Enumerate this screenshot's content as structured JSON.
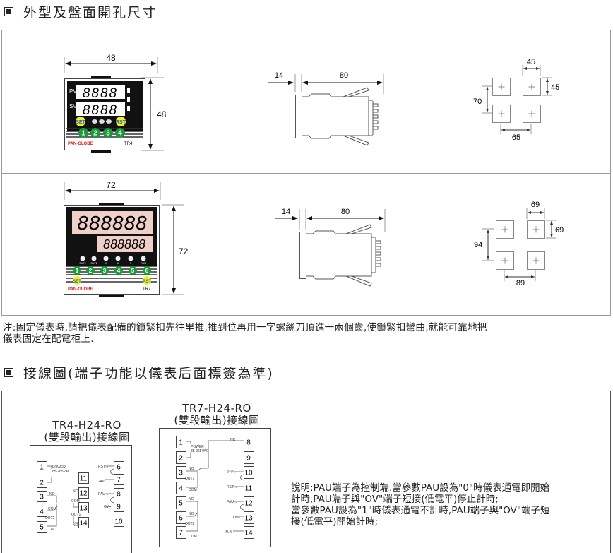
{
  "section1": {
    "title": "外型及盤面開孔尺寸"
  },
  "tr4": {
    "width": "48",
    "height": "48",
    "pv": "PV",
    "sv": "SV",
    "digits": "8888",
    "set": "SET",
    "rst": "RST",
    "keys": [
      "1",
      "2",
      "3",
      "4"
    ],
    "brand": "PAN-GLOBE",
    "model": "TR4",
    "side_front": "14",
    "side_depth": "80",
    "cutout_w": "45",
    "cutout_h": "45",
    "pitch_v": "70",
    "pitch_h": "65"
  },
  "tr7": {
    "width": "72",
    "height": "72",
    "digits": "888888",
    "leds": [
      "OUT2",
      "OUT1",
      "H",
      "M",
      "S",
      "RUN"
    ],
    "set": "SET",
    "rst": "RST",
    "keys": [
      "1",
      "2",
      "3",
      "4",
      "5",
      "6"
    ],
    "brand": "PAN-GLOBE",
    "model": "TR7",
    "side_front": "14",
    "side_depth": "80",
    "cutout_w": "69",
    "cutout_h": "69",
    "pitch_v": "94",
    "pitch_h": "89"
  },
  "note": {
    "line1": "注:固定儀表時,請把儀表配備的鎖緊扣先往里推,推到位再用一字螺絲刀頂進一兩個齒,使鎖緊扣彎曲,就能可靠地把",
    "line2": "儀表固定在配電柜上."
  },
  "section2": {
    "title": "接線圖(端子功能以儀表后面標簽為準)"
  },
  "wiring_tr4": {
    "model": "TR4-H24-RO",
    "subtitle": "(雙段輸出)接線圖",
    "terminals": [
      "1",
      "2",
      "3",
      "4",
      "5",
      "6",
      "7",
      "8",
      "9",
      "10",
      "11",
      "12",
      "13",
      "14"
    ],
    "labels": [
      "POWER",
      "85-265VAC",
      "NO",
      "COM",
      "OUT2",
      "NC",
      "NC",
      "COM",
      "OUT1",
      "NO",
      "RST→",
      "24V←",
      "PAU→",
      "OV–"
    ]
  },
  "wiring_tr7": {
    "model": "TR7-H24-RO",
    "subtitle": "(雙段輸出)接線圖",
    "terminals": [
      "1",
      "2",
      "3",
      "4",
      "5",
      "6",
      "7",
      "8",
      "9",
      "10",
      "11",
      "12",
      "13",
      "14"
    ],
    "labels": [
      "POWER",
      "85-265VAC",
      "NO",
      "OUT1",
      "COM",
      "NC",
      "NO",
      "OUT2",
      "COM",
      "NC",
      "24V←",
      "RST→",
      "PAU→",
      "OV–",
      "IN-B→"
    ]
  },
  "explanation": {
    "lines": [
      "說明:PAU端子為控制端.當參數PAU設為\"0\"時儀表通電即開始",
      "計時,PAU端子與\"OV\"端子短接(低電平)停止計時;",
      "當參數PAU設為\"1\"時儀表通電不計時,PAU端子與\"OV\"端子短",
      "接(低電平)開始計時;"
    ]
  },
  "colors": {
    "display_bg": "#f0cfc6",
    "key_green": "#1a9a3a",
    "key_yellow": "#f5ee1e",
    "brand_red": "#d21f1f"
  }
}
